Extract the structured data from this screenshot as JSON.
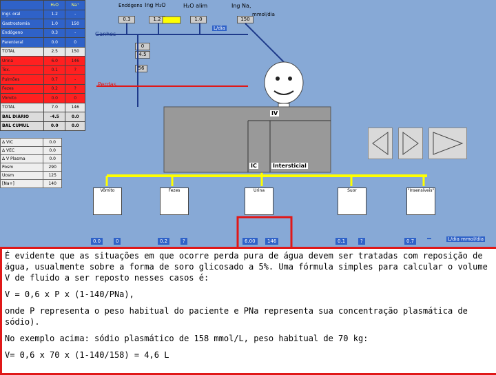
{
  "left_table": {
    "header": [
      "H₂O",
      "Na⁺"
    ],
    "rows": [
      {
        "label": "Ingr. oral",
        "h2o": "1.2",
        "na": "-",
        "cls": "blue"
      },
      {
        "label": "Gastrostomia",
        "h2o": "1.0",
        "na": "150",
        "cls": "blue"
      },
      {
        "label": "Endógeno",
        "h2o": "0.3",
        "na": "-",
        "cls": "blue"
      },
      {
        "label": "Parenteral",
        "h2o": "0.0",
        "na": "0",
        "cls": "blue"
      },
      {
        "label": "TOTAL",
        "h2o": "2.5",
        "na": "150",
        "cls": "tot"
      },
      {
        "label": "Urina",
        "h2o": "6.0",
        "na": "146",
        "cls": "red"
      },
      {
        "label": "Tex.",
        "h2o": "0.1",
        "na": "?",
        "cls": "red"
      },
      {
        "label": "Pulmões",
        "h2o": "0.7",
        "na": "-",
        "cls": "red"
      },
      {
        "label": "Fezes",
        "h2o": "0.2",
        "na": "?",
        "cls": "red"
      },
      {
        "label": "Vômito",
        "h2o": "0.0",
        "na": "0",
        "cls": "red"
      },
      {
        "label": "TOTAL",
        "h2o": "7.0",
        "na": "146",
        "cls": "tot"
      },
      {
        "label": "BAL DIÁRIO",
        "h2o": "-4.5",
        "na": "0.0",
        "cls": "bal"
      },
      {
        "label": "BAL CUMUL",
        "h2o": "0.0",
        "na": "0.0",
        "cls": "bal"
      }
    ]
  },
  "left_table2": [
    {
      "label": "Δ VIC",
      "value": "0.0"
    },
    {
      "label": "Δ VEC",
      "value": "0.0"
    },
    {
      "label": "Δ V Plasma",
      "value": "0.0"
    },
    {
      "label": "Posm",
      "value": "290"
    },
    {
      "label": "Uosm",
      "value": "125"
    },
    {
      "label": "[Na+]",
      "value": "140"
    }
  ],
  "top_labels": {
    "endogens": "Endógens",
    "ing_h2o": "Ing H₂O",
    "h2o_alim": "H₂O alim",
    "ing_na": "Ing Na,",
    "unit": "mmol/dia",
    "ldia": "L/dia",
    "ganhos": "Ganhos",
    "perdas": "Perdas"
  },
  "top_values": {
    "endogens": "0.3",
    "ing_h2o": "1.2",
    "h2o_alim": "1.0",
    "ing_na": "150"
  },
  "mid_values": {
    "v0": "0",
    "v1": "4.5",
    "v2": "56"
  },
  "compartments": {
    "iv": "IV",
    "ic": "IC",
    "interstitial": "Intersticial"
  },
  "organs": [
    {
      "name": "Vômito",
      "h2o": "0.0",
      "na": "0"
    },
    {
      "name": "Fezes",
      "h2o": "0.2",
      "na": "?"
    },
    {
      "name": "Urina",
      "h2o": "6.00",
      "na": "146"
    },
    {
      "name": "Suor",
      "h2o": "0.1",
      "na": "?"
    },
    {
      "name": "\"Insensíveis\"",
      "h2o": "0.7",
      "na": ""
    }
  ],
  "bottom_units": "L/dia  mmol/dia",
  "info": {
    "p1": "É evidente que as situações em que ocorre perda pura de água devem ser tratadas com reposição de água, usualmente sobre a forma de soro glicosado a 5%. Uma fórmula simples para calcular o volume V de fluido a ser reposto nesses casos é:",
    "formula": "V = 0,6 x P x (1-140/PNa),",
    "p2": "onde P representa o peso habitual do paciente e PNa representa sua concentração plasmática de sódio).",
    "p3": "No exemplo acima: sódio plasmático de 158 mmol/L, peso habitual de 70 kg:",
    "p4": "V= 0,6 x 70 x (1-140/158) = 4,6 L"
  }
}
